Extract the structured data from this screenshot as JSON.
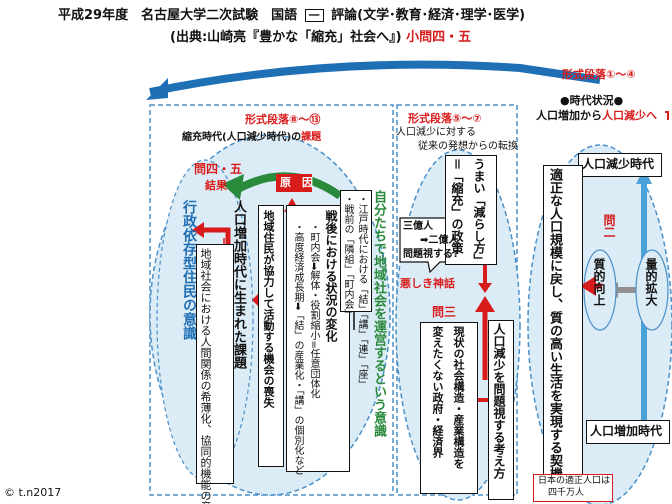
{
  "header": {
    "line1": "平成29年度　名古屋大学二次試験　国語",
    "section_number": "一",
    "line1_rest": "評論(文学･教育･経済･理学･医学)",
    "line2": "(出典:山崎亮『豊かな「縮充」社会へ』)",
    "line2_red": "小問四・五"
  },
  "right_area": {
    "label": "形式段落①～④",
    "situation": "●時代状況●",
    "transition_black": "人口増加から",
    "transition_red": "人口減少へ",
    "top_box": "人口減少時代",
    "bottom_box": "人口増加時代",
    "center_vertical": "適正な人口規模に戻し、質の高い生活を実現する契機",
    "question_tag": "問二",
    "left_circle": "質的向上",
    "right_circle": "量的拡大",
    "bottom_note_line1": "日本の適正人口は",
    "bottom_note_line2": "四千万人"
  },
  "middle_area": {
    "label": "形式段落⑤～⑦",
    "intro_line1": "人口減少に対する",
    "intro_line2": "従来の発想からの転換",
    "policy_a": "うまい「減らし方」",
    "policy_b": "＝「縮充」の政策",
    "question_bubble_line1": "三億人",
    "question_bubble_line2": "➡二億人",
    "question_bubble_line3": "問題視する?",
    "myth_label": "悪しき神話",
    "question_tag": "問三",
    "govt_text_a": "現状の社会構造・産業構造を",
    "govt_text_b": "変えたくない政府・経済界",
    "problem_text": "人口減少を問題視する考え方"
  },
  "left_area": {
    "label": "形式段落⑧～⑬",
    "topic_black": "縮充時代(人口減少時代)の",
    "topic_red": "課題",
    "question_tag": "問四・五",
    "result_label": "結果",
    "cause_label": "原　因",
    "admin_label": "行政依存型住民の意識",
    "relation_text": "地域社会における人間関係の希薄化、協同的機能の産業化など",
    "population_era": "人口増加時代に生まれた課題",
    "community_loss": "地域住民が協力して活動する機会の喪失",
    "postwar_change": "戦後における状況の変化",
    "chonaikai": "・町内会➡解体・役割縮小=任意団体化",
    "highgrowth": "・高度経済成長期➡「結」の産業化・「講」の個別化など",
    "edo": "・江戸時代における「結」「講」「連」「座」",
    "prewar": "・戦前の「隣組」「町内会」",
    "self_awareness": "自分たちで地域社会を運営するという意識"
  },
  "credit": "© t.n2017",
  "colors": {
    "red": "#d81c1c",
    "blue": "#1f6fb5",
    "light_blue": "#dcecf7",
    "green": "#2a8a3c",
    "gray": "#909090"
  },
  "icons": {
    "top_arc_arrow": "curved-arrow-left",
    "green_arrow": "curved-arrow-green",
    "double_arrow": "double-arrow"
  }
}
